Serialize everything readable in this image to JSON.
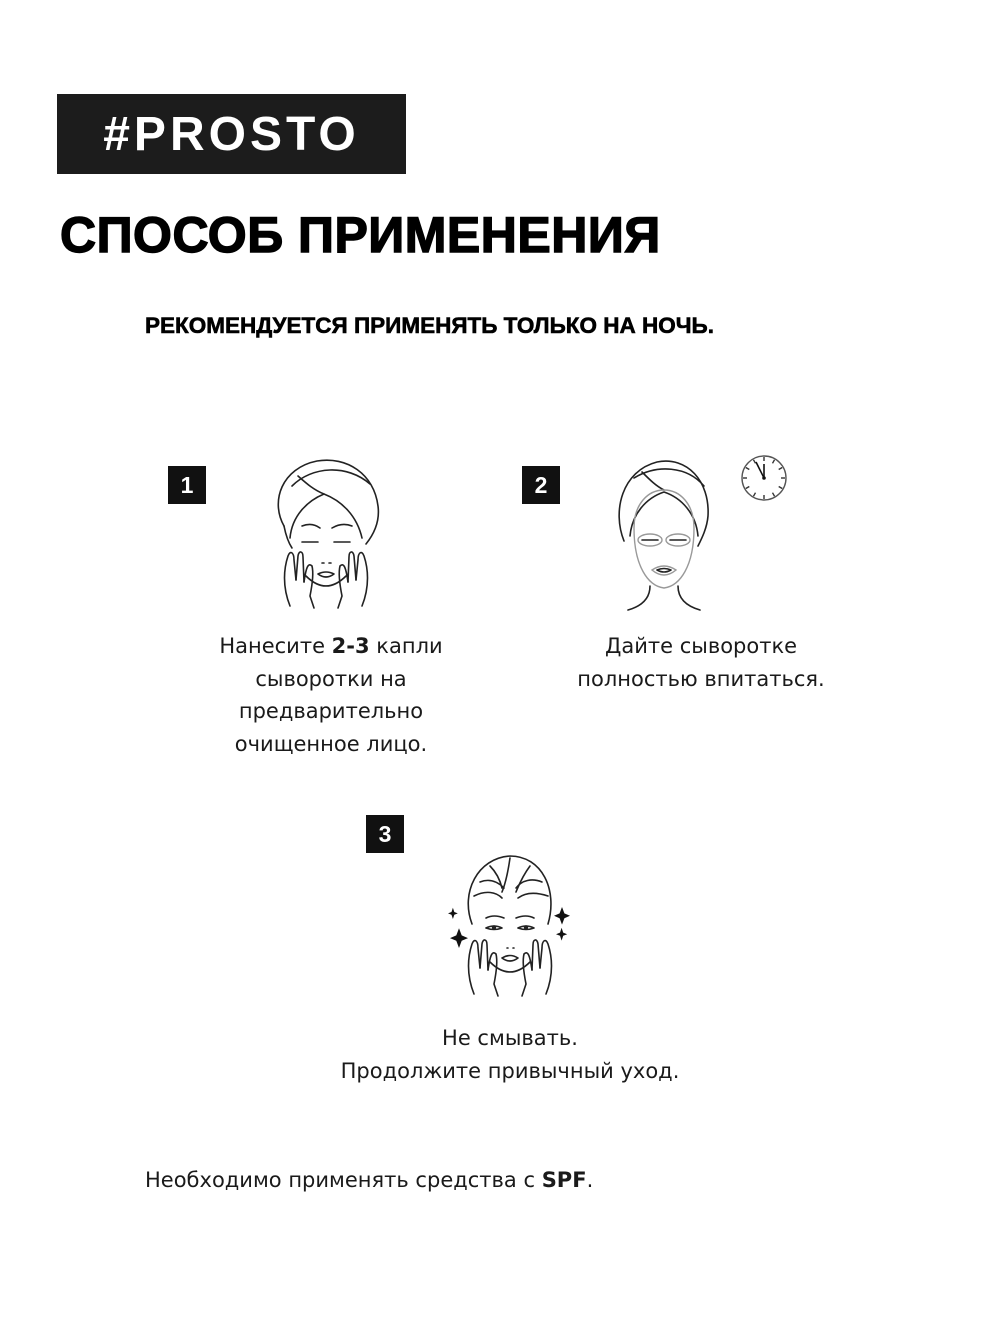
{
  "brand": {
    "label": "#PROSTO",
    "bg_color": "#1c1c1c",
    "text_color": "#ffffff"
  },
  "header": {
    "title": "СПОСОБ ПРИМЕНЕНИЯ",
    "subtitle": "РЕКОМЕНДУЕТСЯ ПРИМЕНЯТЬ ТОЛЬКО НА НОЧЬ."
  },
  "steps": [
    {
      "number": "1",
      "icon": "face-towel-hands-icon",
      "text_before": "Нанесите ",
      "text_bold": "2-3",
      "text_after_line1": " капли",
      "lines": [
        "сыворотки на",
        "предварительно",
        "очищенное лицо."
      ]
    },
    {
      "number": "2",
      "icon": "face-mask-clock-icon",
      "lines": [
        "Дайте сыворотке",
        "полностью впитаться."
      ]
    },
    {
      "number": "3",
      "icon": "face-sparkles-icon",
      "lines": [
        "Не смывать.",
        "Продолжите привычный уход."
      ]
    }
  ],
  "footer": {
    "note_before": "Необходимо применять средства с ",
    "note_bold": "SPF",
    "note_after": "."
  }
}
